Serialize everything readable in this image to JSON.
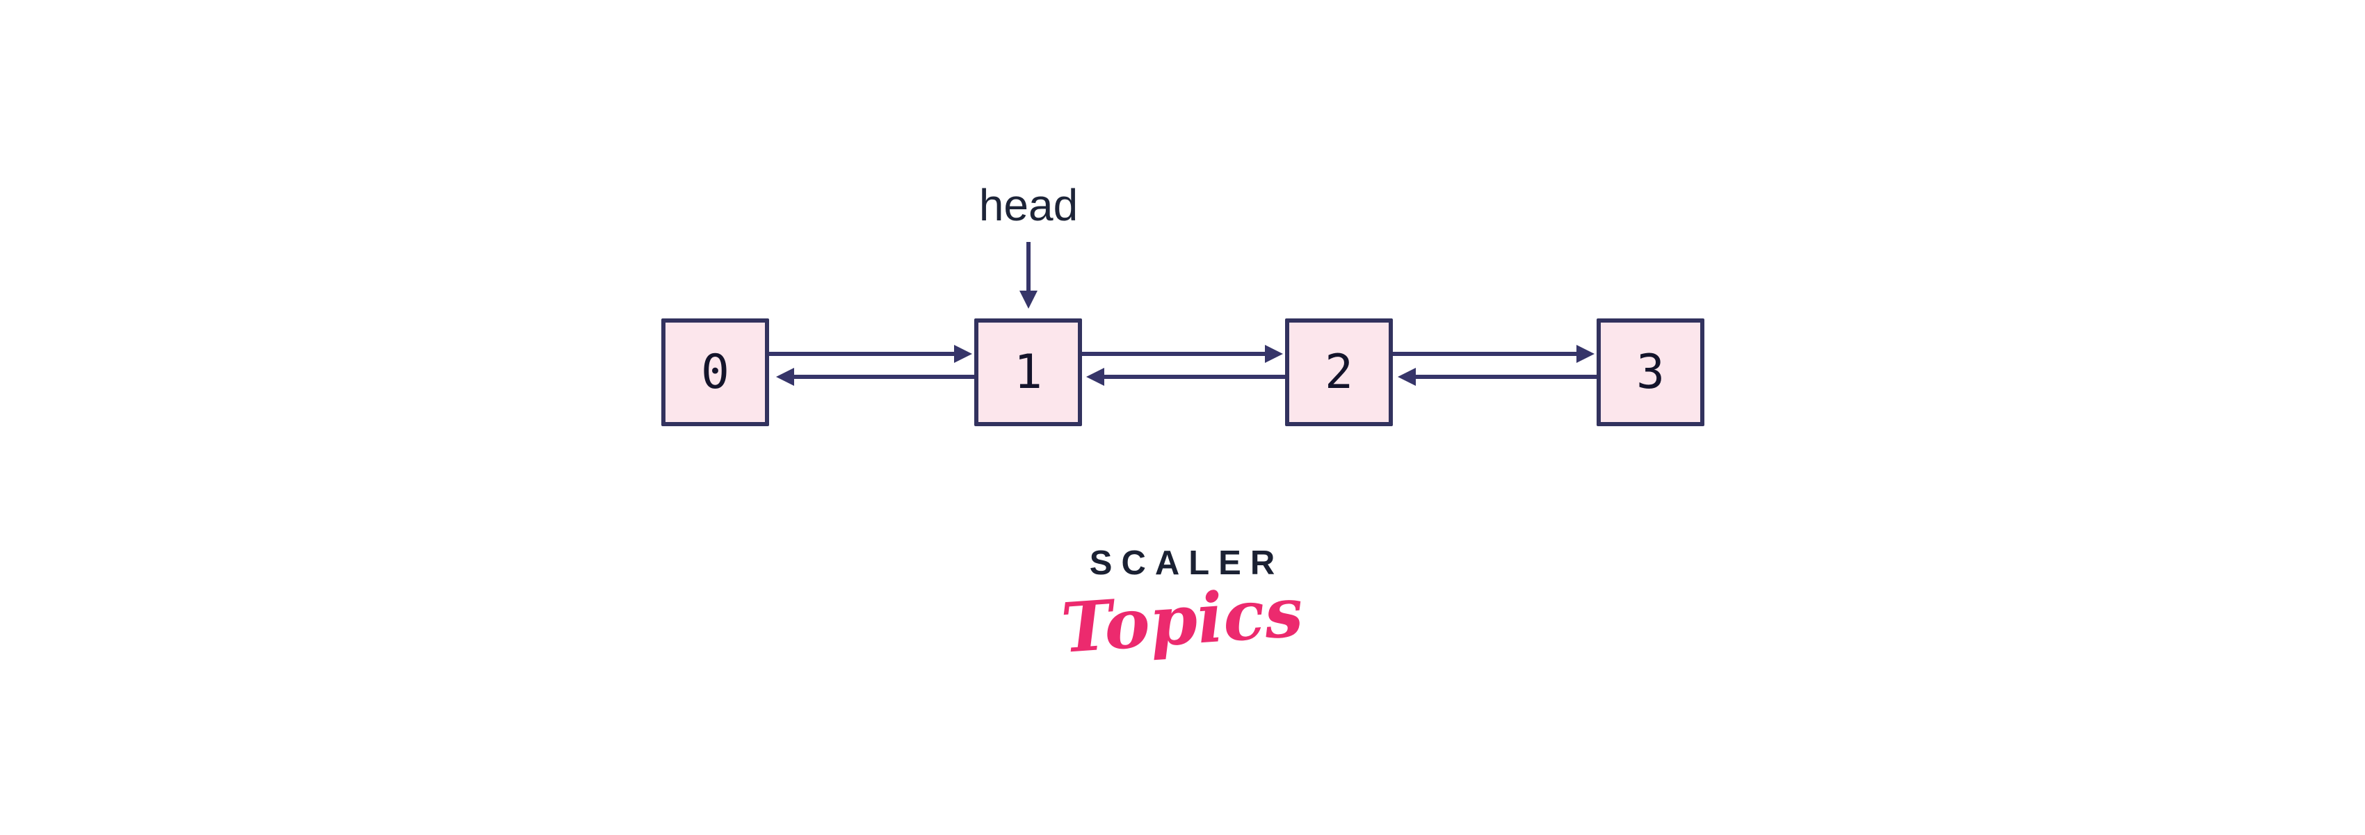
{
  "page": {
    "background": "#ffffff"
  },
  "diagram": {
    "type": "doubly-linked-list",
    "head_label": "head",
    "nodes": [
      {
        "value": "0"
      },
      {
        "value": "1"
      },
      {
        "value": "2"
      },
      {
        "value": "3"
      }
    ],
    "links": {
      "head_points_to": "1",
      "next": [
        "0→1",
        "1→2",
        "2→3"
      ],
      "prev": [
        "1→0",
        "2→1",
        "3→2"
      ]
    },
    "colors": {
      "node_fill": "#fce6ec",
      "node_border": "#32325e",
      "arrow": "#363569",
      "node_text": "#14142b",
      "label_text": "#1d2438"
    }
  },
  "logo": {
    "primary": "SCALER",
    "secondary": "Topics",
    "primary_color": "#1b2133",
    "secondary_color": "#ec2a6e"
  }
}
